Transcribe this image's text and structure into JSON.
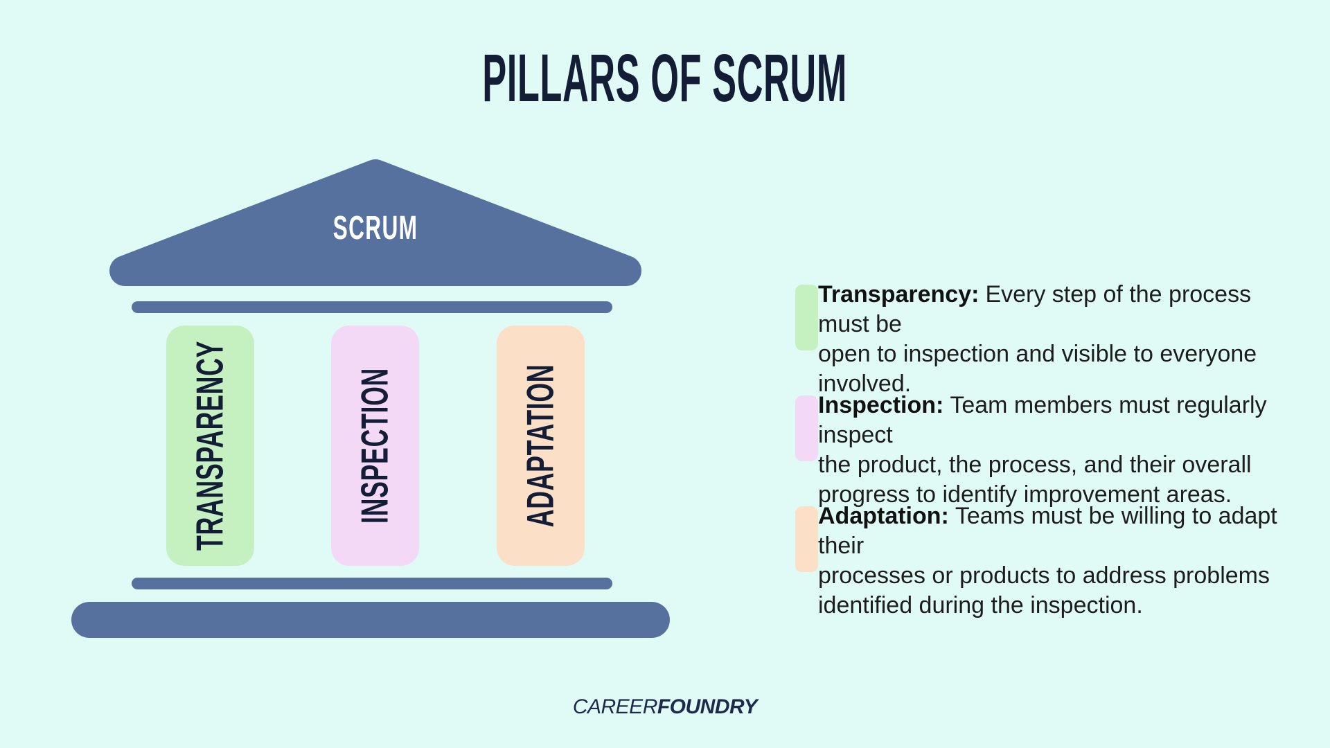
{
  "page": {
    "title": "PILLARS OF SCRUM"
  },
  "colors": {
    "background": "#e0fbf6",
    "slate": "#56719e",
    "navy": "#131d36",
    "green": "#c5f1c1",
    "pink": "#f4d9f6",
    "peach": "#fbdfc6",
    "body_text": "#1c1c1c",
    "logo_navy": "#1c2b4d",
    "roof_label_text": "#ffffff"
  },
  "temple": {
    "roof_label": "SCRUM",
    "pillars": [
      {
        "label": "TRANSPARENCY",
        "color": "green"
      },
      {
        "label": "INSPECTION",
        "color": "pink"
      },
      {
        "label": "ADAPTATION",
        "color": "peach"
      }
    ]
  },
  "legend": {
    "items": [
      {
        "term": "Transparency:",
        "color": "green",
        "text": "Every step of the process must be\nopen to inspection and visible to everyone\ninvolved."
      },
      {
        "term": "Inspection:",
        "color": "pink",
        "text": "Team members must regularly inspect\nthe product, the process, and their overall\nprogress to identify improvement areas."
      },
      {
        "term": "Adaptation:",
        "color": "peach",
        "text": "Teams must be willing to adapt their\nprocesses or products to address problems\nidentified during the inspection."
      }
    ]
  },
  "footer": {
    "brand_part1": "CAREER",
    "brand_part2": "FOUNDRY"
  }
}
